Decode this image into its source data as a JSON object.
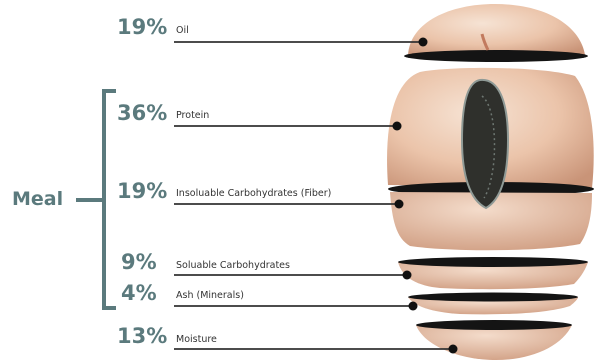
{
  "group_label": "Meal",
  "components": [
    {
      "percent": "19%",
      "label": "Oil",
      "value": 19
    },
    {
      "percent": "36%",
      "label": "Protein",
      "value": 36
    },
    {
      "percent": "19%",
      "label": "Insoluable Carbohydrates (Fiber)",
      "value": 19
    },
    {
      "percent": "9%",
      "label": "Soluable Carbohydrates",
      "value": 9
    },
    {
      "percent": "4%",
      "label": "Ash (Minerals)",
      "value": 4
    },
    {
      "percent": "13%",
      "label": "Moisture",
      "value": 13
    }
  ],
  "colors": {
    "accent": "#5b7a7d",
    "leader": "#333333",
    "seed_light": "#f3d9c6",
    "seed_dark": "#d9a98c",
    "germ": "#2f302c"
  }
}
